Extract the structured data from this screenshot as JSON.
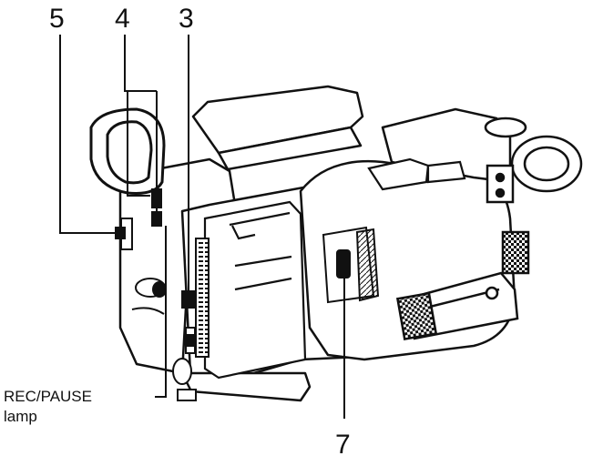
{
  "callouts": {
    "c5": "5",
    "c4": "4",
    "c3": "3",
    "c7": "7"
  },
  "rec_pause_label": "REC/PAUSE",
  "rec_pause_sublabel": "lamp",
  "colors": {
    "ink": "#111111",
    "paper": "#ffffff",
    "shade": "#d8d8d8"
  }
}
